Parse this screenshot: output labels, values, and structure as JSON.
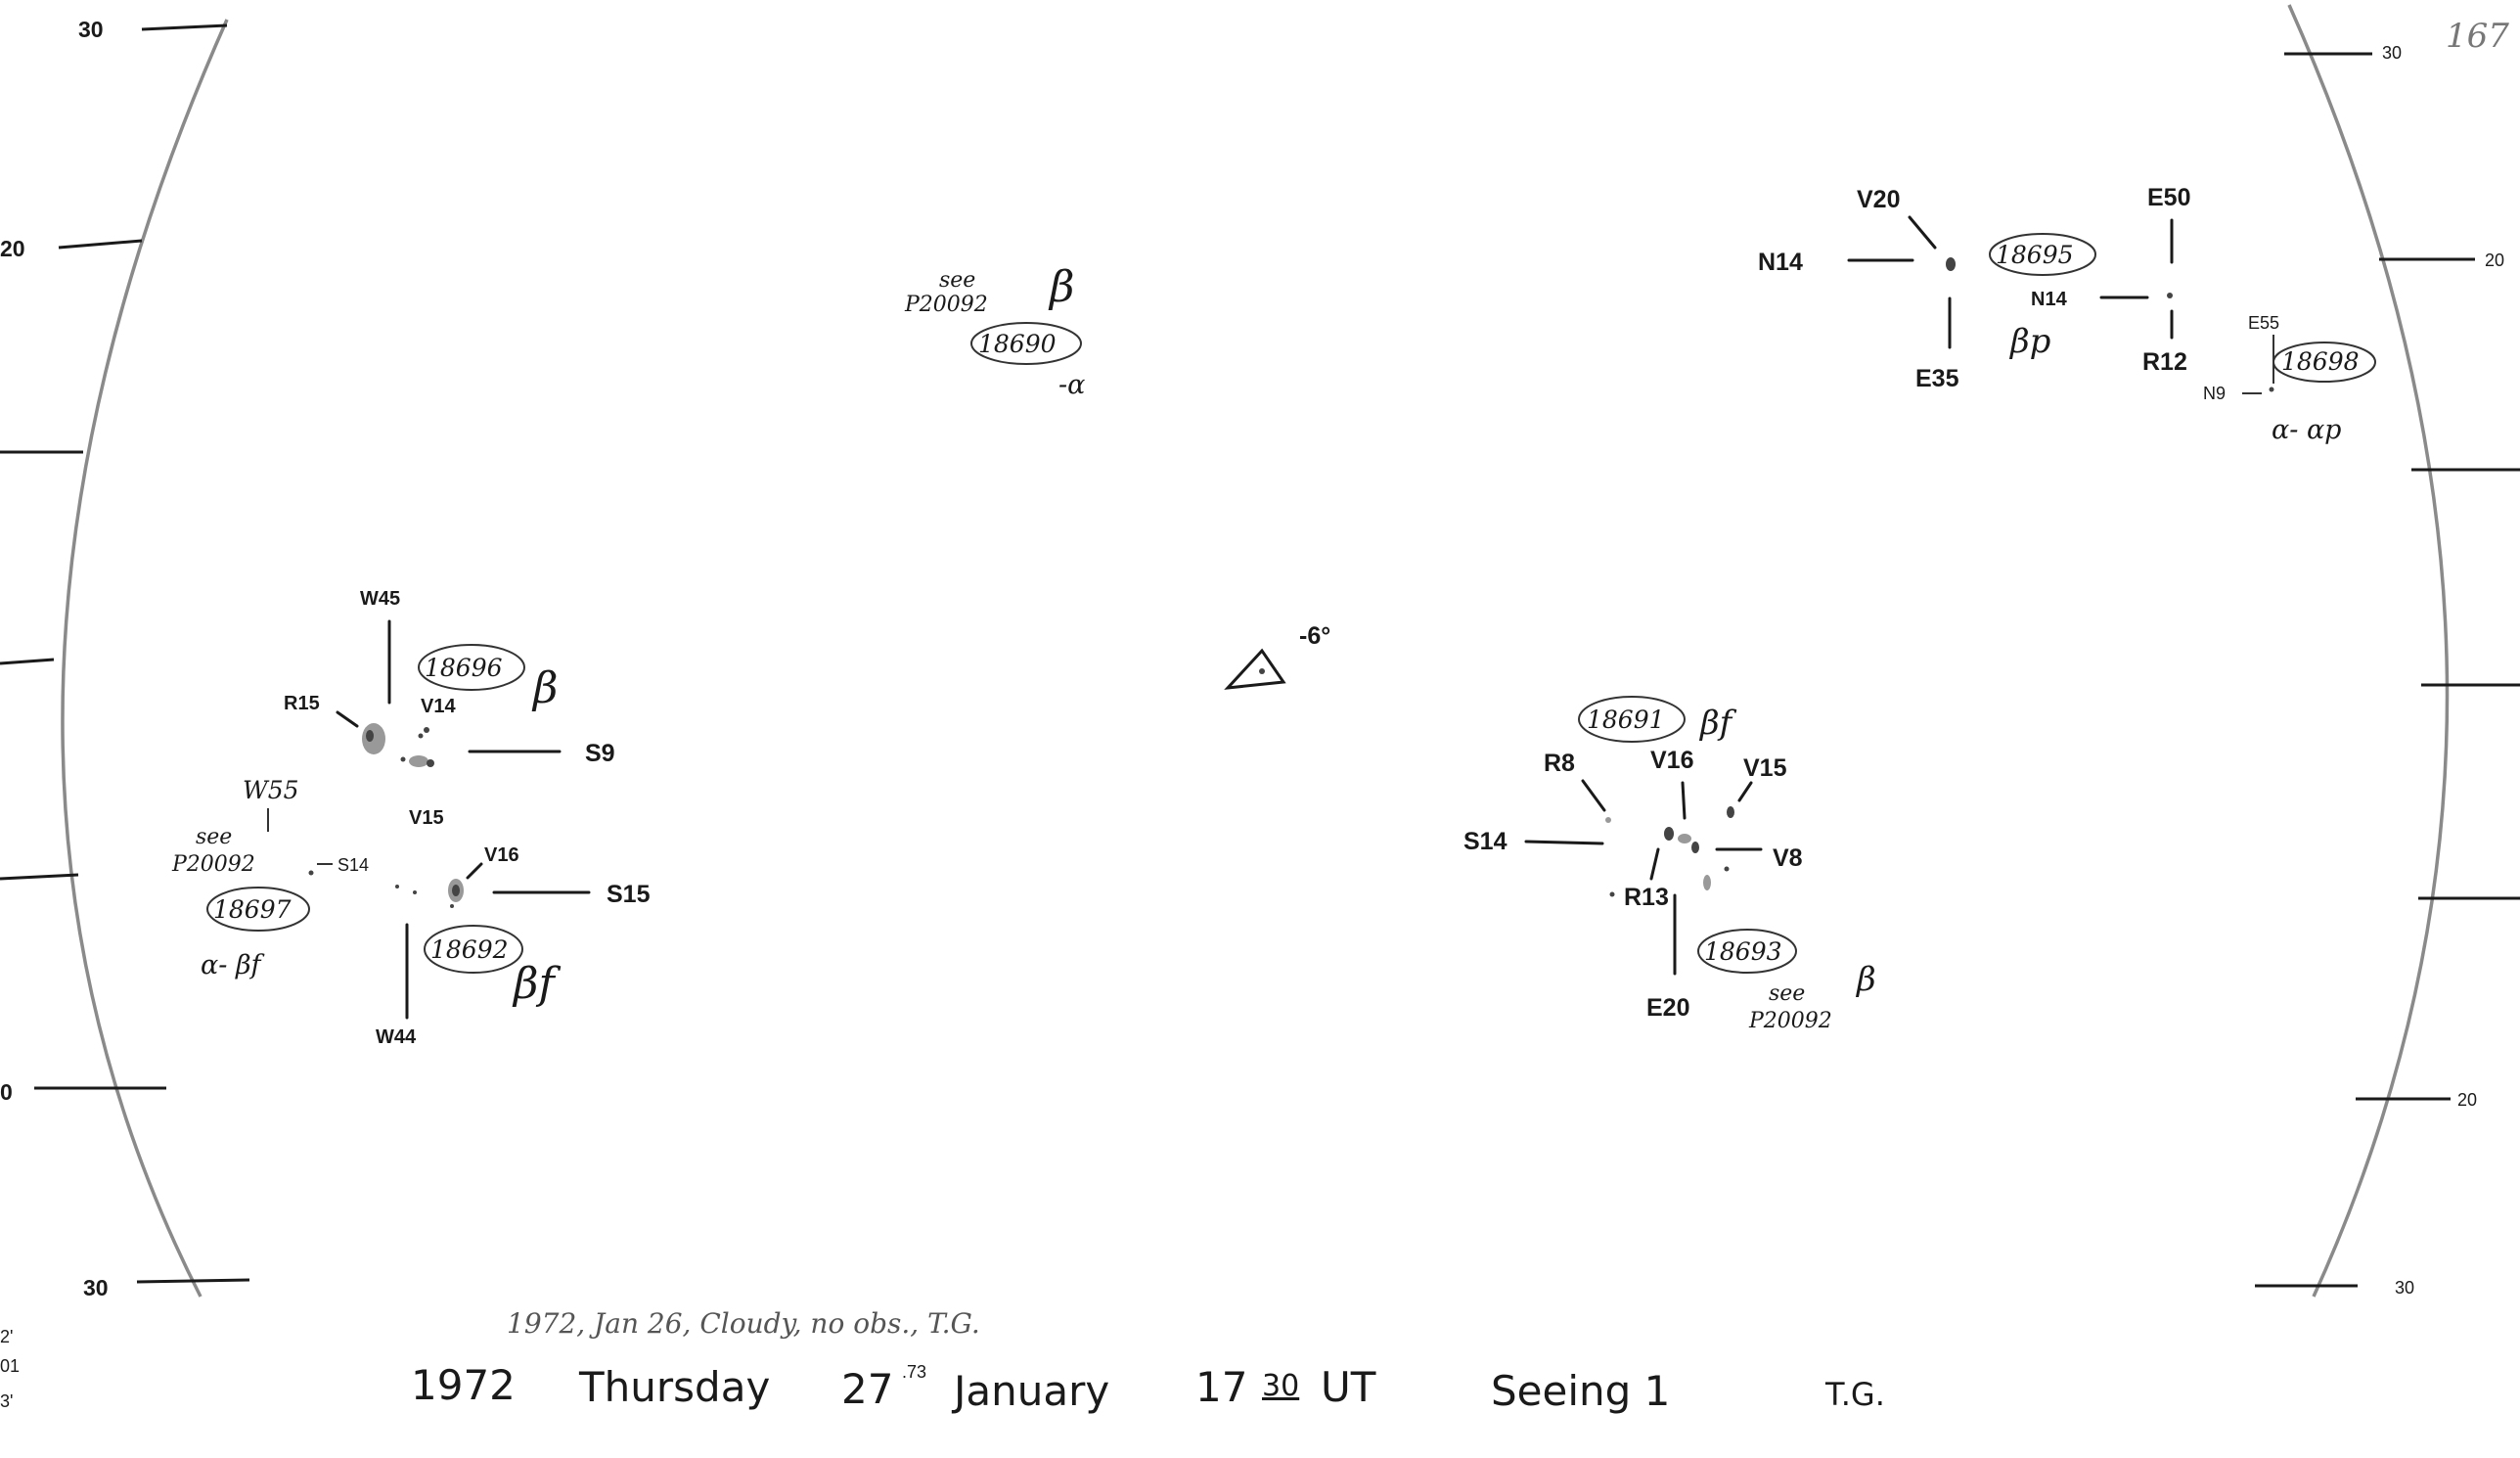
{
  "page_number": "167",
  "left_scale": {
    "top": "30",
    "upper": "20",
    "lower": "0",
    "bottom": "30"
  },
  "right_scale": {
    "top": "30",
    "upper": "20",
    "lower": "20",
    "bottom": "30"
  },
  "corner_marks": [
    "2'",
    "01",
    "3'"
  ],
  "center_mark": {
    "label": "-6°"
  },
  "regions": {
    "r18690": {
      "number": "18690",
      "see": "see",
      "ref": "P20092",
      "class_top": "β",
      "class_bottom": "-α"
    },
    "r18695": {
      "number": "18695",
      "class": "βp",
      "labels": {
        "v20": "V20",
        "n14a": "N14",
        "e35": "E35",
        "e50": "E50",
        "n14b": "N14",
        "r12": "R12"
      }
    },
    "r18698": {
      "number": "18698",
      "e55": "E55",
      "n9": "N9",
      "class": "α- αp"
    },
    "r18696": {
      "number": "18696",
      "class": "β",
      "labels": {
        "w45": "W45",
        "r15": "R15",
        "v14": "V14",
        "s9": "S9",
        "v15": "V15",
        "w55": "W55"
      }
    },
    "r18697": {
      "number": "18697",
      "see": "see",
      "ref": "P20092",
      "s14": "S14",
      "class": "α- βf"
    },
    "r18692": {
      "number": "18692",
      "class": "βf",
      "labels": {
        "v16": "V16",
        "s15": "S15",
        "w44": "W44"
      }
    },
    "r18691": {
      "number": "18691",
      "class": "βf",
      "labels": {
        "r8": "R8",
        "v16": "V16",
        "v15": "V15",
        "s14": "S14",
        "v8": "V8",
        "r13": "R13",
        "e20": "E20"
      }
    },
    "r18693": {
      "number": "18693",
      "see": "see",
      "ref": "P20092",
      "class": "β"
    }
  },
  "note": "1972, Jan 26, Cloudy, no obs., T.G.",
  "footer": {
    "year": "1972",
    "weekday": "Thursday",
    "day": "27",
    "day_fraction": ".73",
    "month": "January",
    "time_hour": "17",
    "time_min": "30",
    "time_zone": "UT",
    "seeing": "Seeing 1",
    "observer": "T.G."
  }
}
